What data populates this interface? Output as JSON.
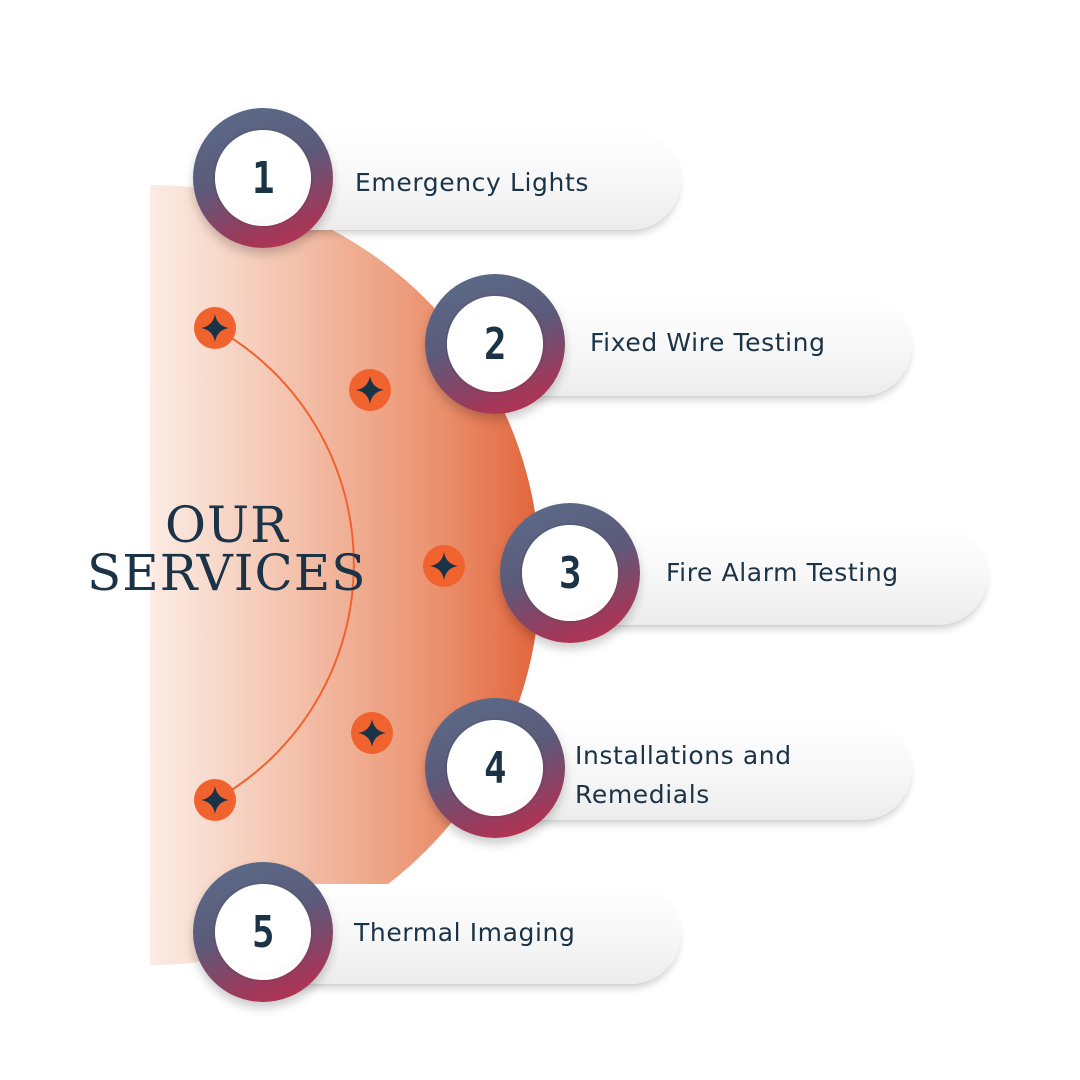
{
  "title": {
    "line1": "OUR",
    "line2": "SERVICES"
  },
  "services": [
    {
      "number": "1",
      "label": "Emergency Lights"
    },
    {
      "number": "2",
      "label": "Fixed Wire Testing"
    },
    {
      "number": "3",
      "label": "Fire Alarm Testing"
    },
    {
      "number": "4",
      "label_line1": "Installations and",
      "label_line2": "Remedials"
    },
    {
      "number": "5",
      "label": "Thermal Imaging"
    }
  ],
  "colors": {
    "accent": "#f0622e",
    "navy": "#1a3346",
    "ring_top": "#5a6d8a",
    "ring_bottom": "#c0304e",
    "half_circle": "#e56a3f"
  },
  "icons": [
    "sparkle-icon"
  ]
}
